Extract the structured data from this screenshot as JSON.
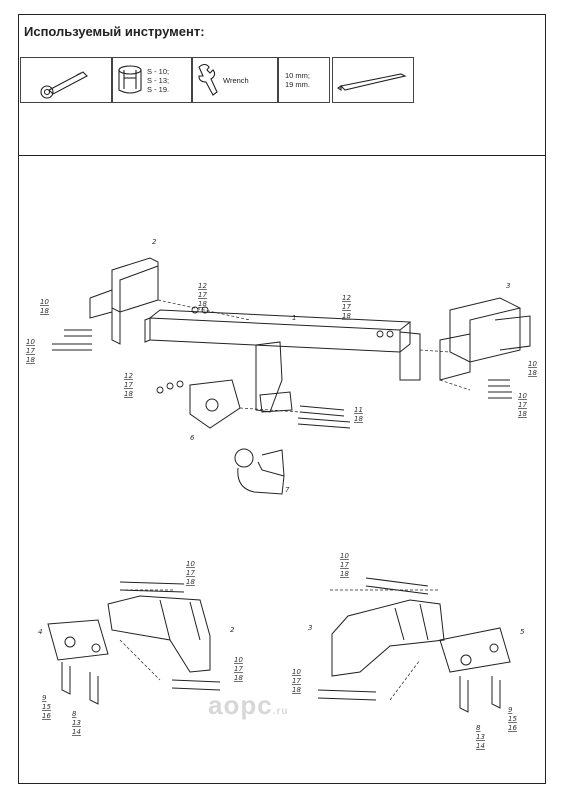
{
  "header": {
    "title": "Используемый инструмент:"
  },
  "tools": {
    "socket_sizes": [
      "S - 10;",
      "S - 13;",
      "S - 19."
    ],
    "wrench_label": "Wrench",
    "wrench_sizes": [
      "10 mm;",
      "19 mm."
    ]
  },
  "labels": {
    "bar": "1",
    "left_bracket": "2",
    "right_bracket": "3",
    "plate_left": "4",
    "plate_right": "5",
    "socket_plate": "6",
    "ball": "7",
    "ref_12_17_18": "12\n17\n18",
    "ref_10_18": "10\n18",
    "ref_10_17_18": "10\n17\n18",
    "ref_11_18": "11\n18",
    "ref_9_15_16": "9\n15\n16",
    "ref_8_13_14": "8\n13\n14"
  },
  "watermark": {
    "brand": "aopc",
    "tld": ".ru"
  }
}
